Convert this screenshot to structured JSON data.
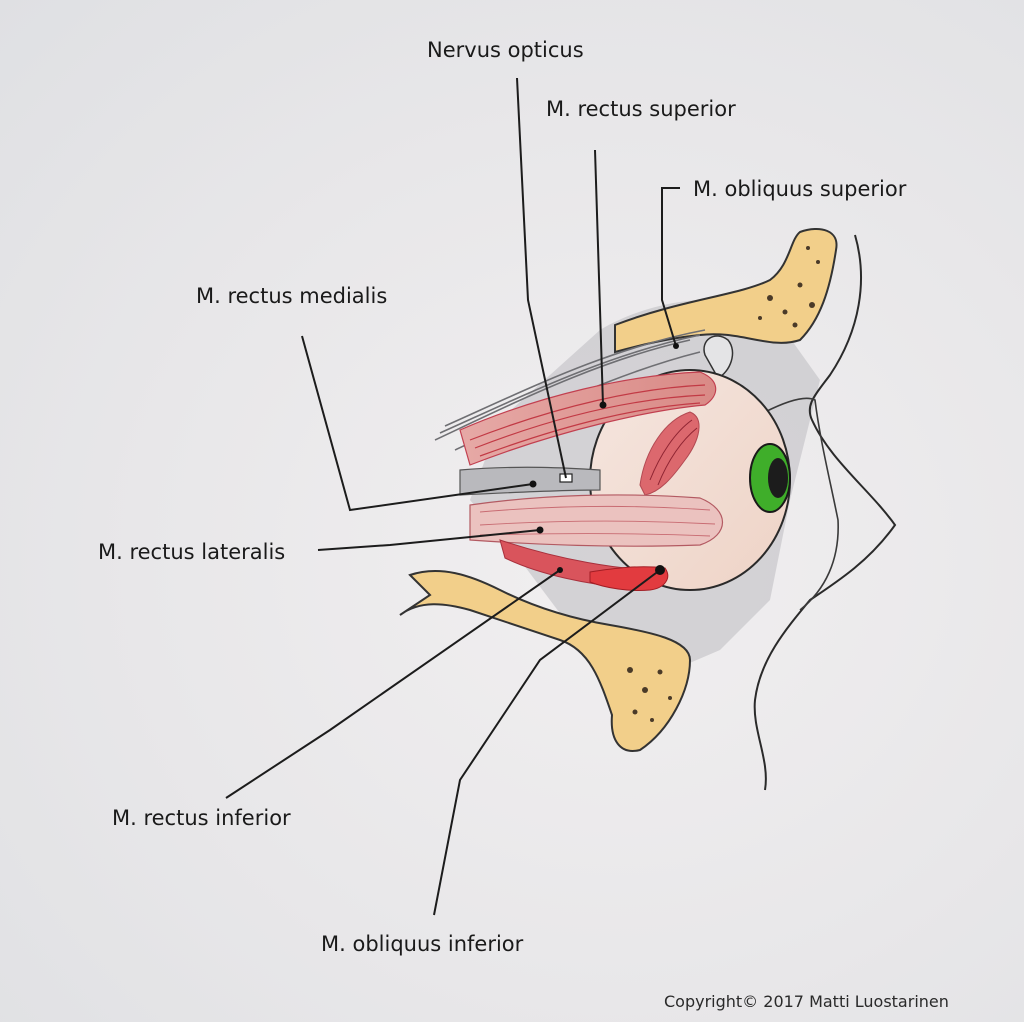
{
  "labels": {
    "nervus_opticus": "Nervus opticus",
    "rectus_superior": "M. rectus superior",
    "obliquus_superior": "M. obliquus superior",
    "rectus_medialis": "M. rectus medialis",
    "rectus_lateralis": "M. rectus lateralis",
    "rectus_inferior": "M. rectus inferior",
    "obliquus_inferior": "M. obliquus inferior"
  },
  "copyright": "Copyright© 2017 Matti Luostarinen",
  "colors": {
    "bone": "#f2cf8a",
    "muscle": "#d9545c",
    "muscle_light": "#eab7b3",
    "iris": "#3fae2a",
    "pencil": "#222222",
    "shade": "#8e8e92"
  }
}
